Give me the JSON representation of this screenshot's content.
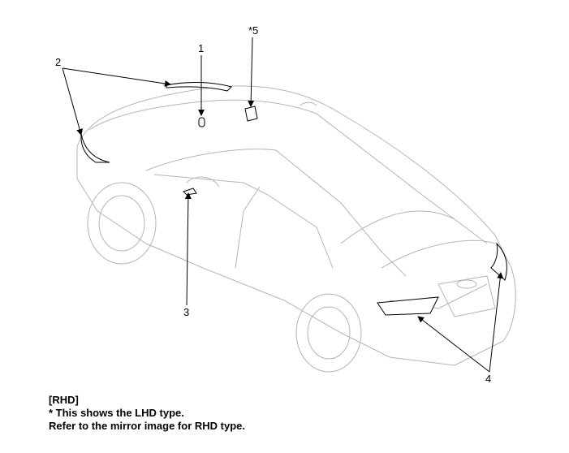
{
  "callouts": {
    "c1": "1",
    "c2": "2",
    "c3": "3",
    "c4": "4",
    "c5": "*5"
  },
  "notes": {
    "line1": "[RHD]",
    "line2": "* This shows the LHD type.",
    "line3": "Refer to the mirror image for RHD type."
  }
}
